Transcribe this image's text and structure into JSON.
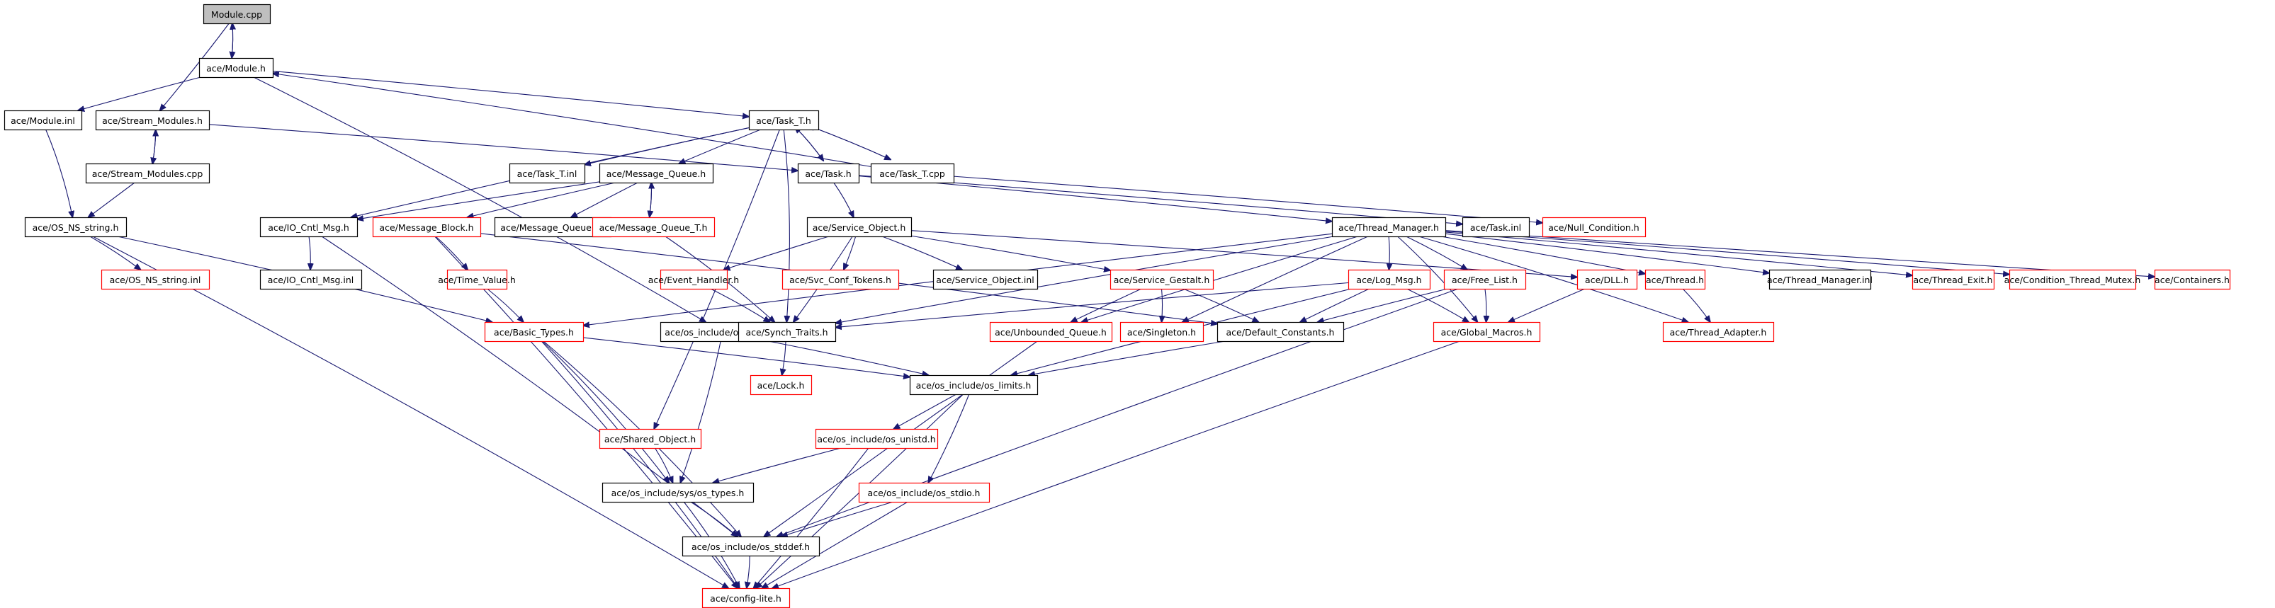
{
  "graph": {
    "title": "Module.cpp include dependency graph",
    "colors": {
      "edge": "#191970",
      "root_fill": "#bfbfbf",
      "missing_border": "#ff0000",
      "normal_border": "#000000"
    },
    "nodes": [
      {
        "id": "module_cpp",
        "label": "Module.cpp",
        "kind": "root"
      },
      {
        "id": "module_h",
        "label": "ace/Module.h",
        "kind": "normal"
      },
      {
        "id": "module_inl",
        "label": "ace/Module.inl",
        "kind": "normal"
      },
      {
        "id": "stream_modules_h",
        "label": "ace/Stream_Modules.h",
        "kind": "normal"
      },
      {
        "id": "stream_modules_cpp",
        "label": "ace/Stream_Modules.cpp",
        "kind": "normal"
      },
      {
        "id": "os_ns_string_h",
        "label": "ace/OS_NS_string.h",
        "kind": "normal"
      },
      {
        "id": "os_ns_string_inl",
        "label": "ace/OS_NS_string.inl",
        "kind": "missing"
      },
      {
        "id": "task_t_h",
        "label": "ace/Task_T.h",
        "kind": "normal"
      },
      {
        "id": "task_t_inl",
        "label": "ace/Task_T.inl",
        "kind": "normal"
      },
      {
        "id": "message_queue_h",
        "label": "ace/Message_Queue.h",
        "kind": "normal"
      },
      {
        "id": "task_h",
        "label": "ace/Task.h",
        "kind": "normal"
      },
      {
        "id": "task_t_cpp",
        "label": "ace/Task_T.cpp",
        "kind": "normal"
      },
      {
        "id": "io_cntl_msg_h",
        "label": "ace/IO_Cntl_Msg.h",
        "kind": "normal"
      },
      {
        "id": "message_block_h",
        "label": "ace/Message_Block.h",
        "kind": "missing"
      },
      {
        "id": "message_queue_inl",
        "label": "ace/Message_Queue.inl",
        "kind": "normal"
      },
      {
        "id": "message_queue_t_h",
        "label": "ace/Message_Queue_T.h",
        "kind": "missing"
      },
      {
        "id": "service_object_h",
        "label": "ace/Service_Object.h",
        "kind": "normal"
      },
      {
        "id": "thread_manager_h",
        "label": "ace/Thread_Manager.h",
        "kind": "normal"
      },
      {
        "id": "task_inl",
        "label": "ace/Task.inl",
        "kind": "normal"
      },
      {
        "id": "null_condition_h",
        "label": "ace/Null_Condition.h",
        "kind": "missing"
      },
      {
        "id": "io_cntl_msg_inl",
        "label": "ace/IO_Cntl_Msg.inl",
        "kind": "normal"
      },
      {
        "id": "time_value_h",
        "label": "ace/Time_Value.h",
        "kind": "missing"
      },
      {
        "id": "event_handler_h",
        "label": "ace/Event_Handler.h",
        "kind": "missing"
      },
      {
        "id": "svc_conf_tokens_h",
        "label": "ace/Svc_Conf_Tokens.h",
        "kind": "missing"
      },
      {
        "id": "service_object_inl",
        "label": "ace/Service_Object.inl",
        "kind": "normal"
      },
      {
        "id": "service_gestalt_h",
        "label": "ace/Service_Gestalt.h",
        "kind": "missing"
      },
      {
        "id": "log_msg_h",
        "label": "ace/Log_Msg.h",
        "kind": "missing"
      },
      {
        "id": "free_list_h",
        "label": "ace/Free_List.h",
        "kind": "missing"
      },
      {
        "id": "dll_h",
        "label": "ace/DLL.h",
        "kind": "missing"
      },
      {
        "id": "thread_h",
        "label": "ace/Thread.h",
        "kind": "missing"
      },
      {
        "id": "thread_manager_inl",
        "label": "ace/Thread_Manager.inl",
        "kind": "normal"
      },
      {
        "id": "thread_exit_h",
        "label": "ace/Thread_Exit.h",
        "kind": "missing"
      },
      {
        "id": "condition_thread_mutex_h",
        "label": "ace/Condition_Thread_Mutex.h",
        "kind": "missing"
      },
      {
        "id": "containers_h",
        "label": "ace/Containers.h",
        "kind": "missing"
      },
      {
        "id": "basic_types_h",
        "label": "ace/Basic_Types.h",
        "kind": "missing"
      },
      {
        "id": "os_dirent_h",
        "label": "ace/os_include/os_dirent.h",
        "kind": "normal"
      },
      {
        "id": "synch_traits_h",
        "label": "ace/Synch_Traits.h",
        "kind": "normal"
      },
      {
        "id": "unbounded_queue_h",
        "label": "ace/Unbounded_Queue.h",
        "kind": "missing"
      },
      {
        "id": "singleton_h",
        "label": "ace/Singleton.h",
        "kind": "missing"
      },
      {
        "id": "default_constants_h",
        "label": "ace/Default_Constants.h",
        "kind": "normal"
      },
      {
        "id": "global_macros_h",
        "label": "ace/Global_Macros.h",
        "kind": "missing"
      },
      {
        "id": "thread_adapter_h",
        "label": "ace/Thread_Adapter.h",
        "kind": "missing"
      },
      {
        "id": "lock_h",
        "label": "ace/Lock.h",
        "kind": "missing"
      },
      {
        "id": "os_limits_h",
        "label": "ace/os_include/os_limits.h",
        "kind": "normal"
      },
      {
        "id": "shared_object_h",
        "label": "ace/Shared_Object.h",
        "kind": "missing"
      },
      {
        "id": "os_unistd_h",
        "label": "ace/os_include/os_unistd.h",
        "kind": "missing"
      },
      {
        "id": "os_types_h",
        "label": "ace/os_include/sys/os_types.h",
        "kind": "normal"
      },
      {
        "id": "os_stdio_h",
        "label": "ace/os_include/os_stdio.h",
        "kind": "missing"
      },
      {
        "id": "os_stddef_h",
        "label": "ace/os_include/os_stddef.h",
        "kind": "normal"
      },
      {
        "id": "config_lite_h",
        "label": "ace/config-lite.h",
        "kind": "missing"
      }
    ],
    "edges": [
      [
        "module_cpp",
        "module_h"
      ],
      [
        "module_h",
        "module_cpp"
      ],
      [
        "module_cpp",
        "stream_modules_h"
      ],
      [
        "module_h",
        "module_inl"
      ],
      [
        "module_h",
        "task_t_h"
      ],
      [
        "module_h",
        "os_dirent_h"
      ],
      [
        "task_t_cpp",
        "module_h"
      ],
      [
        "stream_modules_h",
        "stream_modules_cpp"
      ],
      [
        "stream_modules_cpp",
        "stream_modules_h"
      ],
      [
        "stream_modules_h",
        "task_h"
      ],
      [
        "stream_modules_cpp",
        "os_ns_string_h"
      ],
      [
        "module_inl",
        "os_ns_string_h"
      ],
      [
        "os_ns_string_h",
        "os_ns_string_inl"
      ],
      [
        "os_ns_string_h",
        "basic_types_h"
      ],
      [
        "os_ns_string_h",
        "config_lite_h"
      ],
      [
        "task_t_h",
        "task_t_inl"
      ],
      [
        "task_t_h",
        "message_queue_h"
      ],
      [
        "task_t_h",
        "task_h"
      ],
      [
        "task_t_h",
        "task_t_cpp"
      ],
      [
        "task_t_cpp",
        "task_t_h"
      ],
      [
        "task_h",
        "task_t_h"
      ],
      [
        "task_t_h",
        "io_cntl_msg_h"
      ],
      [
        "task_t_h",
        "synch_traits_h"
      ],
      [
        "task_t_h",
        "shared_object_h"
      ],
      [
        "message_queue_h",
        "message_block_h"
      ],
      [
        "message_queue_h",
        "io_cntl_msg_h"
      ],
      [
        "message_queue_h",
        "message_queue_inl"
      ],
      [
        "message_queue_h",
        "message_queue_t_h"
      ],
      [
        "message_queue_t_h",
        "message_queue_h"
      ],
      [
        "message_queue_t_h",
        "synch_traits_h"
      ],
      [
        "task_h",
        "service_object_h"
      ],
      [
        "task_h",
        "thread_manager_h"
      ],
      [
        "task_h",
        "task_inl"
      ],
      [
        "task_t_cpp",
        "null_condition_h"
      ],
      [
        "io_cntl_msg_h",
        "io_cntl_msg_inl"
      ],
      [
        "io_cntl_msg_h",
        "os_stddef_h"
      ],
      [
        "message_block_h",
        "time_value_h"
      ],
      [
        "message_block_h",
        "config_lite_h"
      ],
      [
        "message_block_h",
        "default_constants_h"
      ],
      [
        "time_value_h",
        "basic_types_h"
      ],
      [
        "service_object_h",
        "event_handler_h"
      ],
      [
        "service_object_h",
        "svc_conf_tokens_h"
      ],
      [
        "service_object_h",
        "service_object_inl"
      ],
      [
        "service_object_h",
        "service_gestalt_h"
      ],
      [
        "service_object_h",
        "dll_h"
      ],
      [
        "service_object_h",
        "synch_traits_h"
      ],
      [
        "event_handler_h",
        "synch_traits_h"
      ],
      [
        "thread_manager_h",
        "log_msg_h"
      ],
      [
        "thread_manager_h",
        "free_list_h"
      ],
      [
        "thread_manager_h",
        "thread_h"
      ],
      [
        "thread_manager_h",
        "thread_manager_inl"
      ],
      [
        "thread_manager_h",
        "thread_exit_h"
      ],
      [
        "thread_manager_h",
        "condition_thread_mutex_h"
      ],
      [
        "thread_manager_h",
        "containers_h"
      ],
      [
        "thread_manager_h",
        "synch_traits_h"
      ],
      [
        "thread_manager_h",
        "basic_types_h"
      ],
      [
        "thread_manager_h",
        "singleton_h"
      ],
      [
        "thread_manager_h",
        "unbounded_queue_h"
      ],
      [
        "thread_manager_h",
        "thread_adapter_h"
      ],
      [
        "thread_manager_h",
        "global_macros_h"
      ],
      [
        "service_gestalt_h",
        "unbounded_queue_h"
      ],
      [
        "service_gestalt_h",
        "singleton_h"
      ],
      [
        "service_gestalt_h",
        "default_constants_h"
      ],
      [
        "log_msg_h",
        "default_constants_h"
      ],
      [
        "log_msg_h",
        "global_macros_h"
      ],
      [
        "log_msg_h",
        "os_limits_h"
      ],
      [
        "log_msg_h",
        "synch_traits_h"
      ],
      [
        "free_list_h",
        "global_macros_h"
      ],
      [
        "free_list_h",
        "default_constants_h"
      ],
      [
        "free_list_h",
        "os_stddef_h"
      ],
      [
        "dll_h",
        "global_macros_h"
      ],
      [
        "thread_h",
        "thread_adapter_h"
      ],
      [
        "synch_traits_h",
        "lock_h"
      ],
      [
        "basic_types_h",
        "os_limits_h"
      ],
      [
        "basic_types_h",
        "os_types_h"
      ],
      [
        "basic_types_h",
        "os_stddef_h"
      ],
      [
        "basic_types_h",
        "config_lite_h"
      ],
      [
        "os_dirent_h",
        "os_limits_h"
      ],
      [
        "os_dirent_h",
        "os_types_h"
      ],
      [
        "default_constants_h",
        "os_limits_h"
      ],
      [
        "unbounded_queue_h",
        "os_stddef_h"
      ],
      [
        "global_macros_h",
        "config_lite_h"
      ],
      [
        "os_limits_h",
        "os_unistd_h"
      ],
      [
        "os_limits_h",
        "os_stdio_h"
      ],
      [
        "os_limits_h",
        "config_lite_h"
      ],
      [
        "shared_object_h",
        "os_types_h"
      ],
      [
        "os_unistd_h",
        "os_types_h"
      ],
      [
        "os_unistd_h",
        "config_lite_h"
      ],
      [
        "os_types_h",
        "os_stddef_h"
      ],
      [
        "os_types_h",
        "config_lite_h"
      ],
      [
        "os_stdio_h",
        "os_stddef_h"
      ],
      [
        "os_stdio_h",
        "config_lite_h"
      ],
      [
        "os_stddef_h",
        "config_lite_h"
      ]
    ]
  }
}
